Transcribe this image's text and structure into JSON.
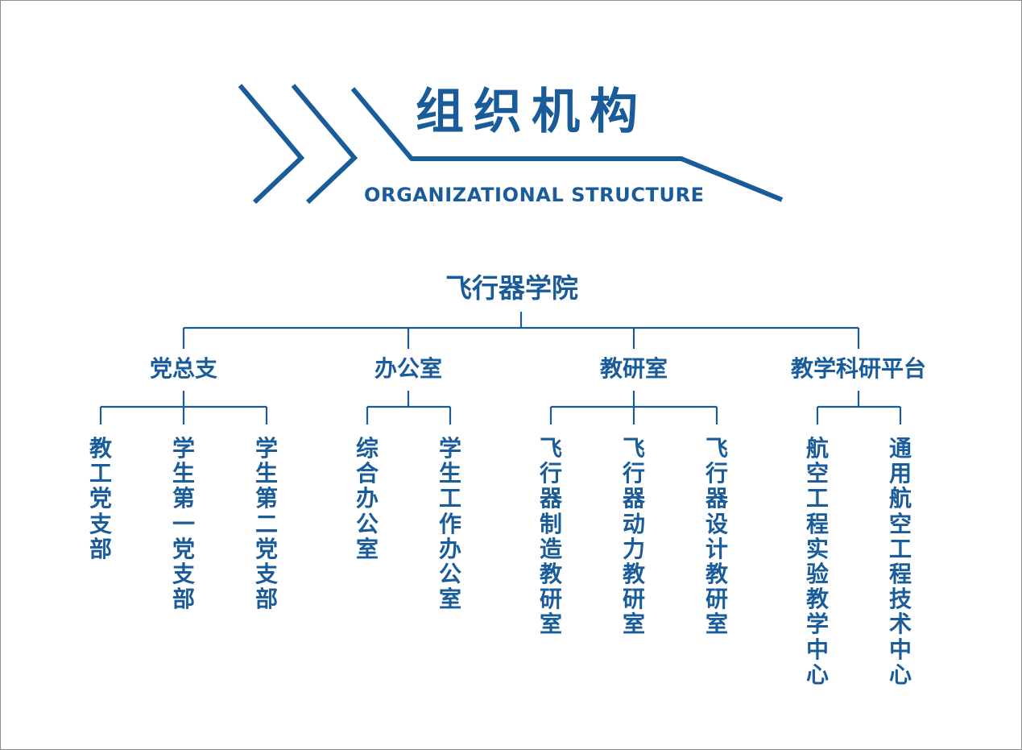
{
  "title": {
    "cn": "组织机构",
    "en": "ORGANIZATIONAL STRUCTURE"
  },
  "colors": {
    "primary": "#1a5b9a",
    "border": "#8c8c8c",
    "background": "#ffffff"
  },
  "org": {
    "root": "飞行器学院",
    "departments": [
      {
        "name": "党总支",
        "children": [
          "教工党支部",
          "学生第一党支部",
          "学生第二党支部"
        ]
      },
      {
        "name": "办公室",
        "children": [
          "综合办公室",
          "学生工作办公室"
        ]
      },
      {
        "name": "教研室",
        "children": [
          "飞行器制造教研室",
          "飞行器动力教研室",
          "飞行器设计教研室"
        ]
      },
      {
        "name": "教学科研平台",
        "children": [
          "航空工程实验教学中心",
          "通用航空工程技术中心"
        ]
      }
    ]
  }
}
